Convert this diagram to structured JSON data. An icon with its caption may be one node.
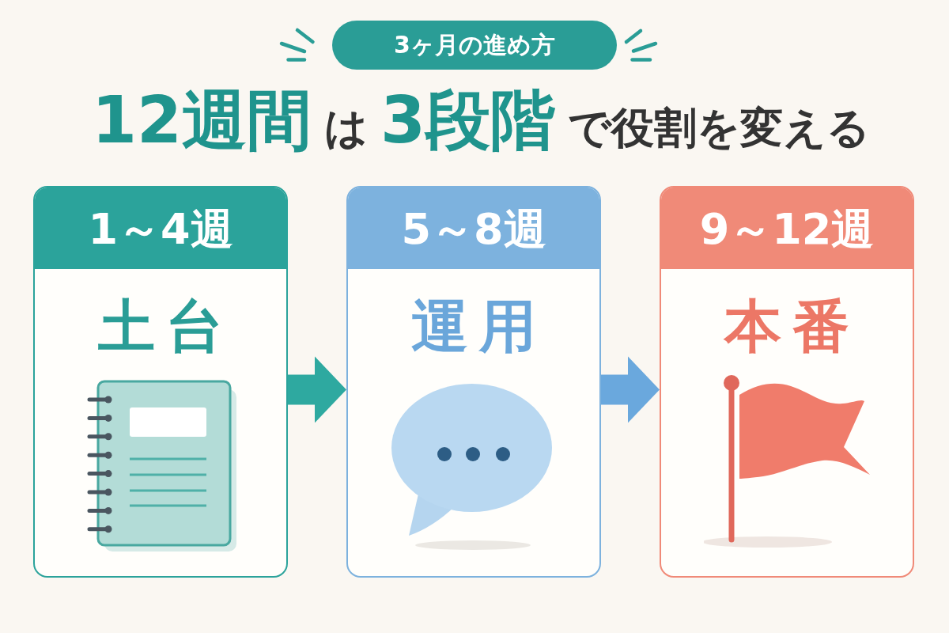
{
  "diagram": {
    "title": "**12週間**は**3段階**で役割を変える",
    "nodes": [
      {
        "text": [
          "3ヶ月の進め方"
        ]
      },
      {
        "text": [
          "1～4週",
          "土台"
        ]
      },
      {
        "text": [
          "5～8週",
          "運用"
        ]
      },
      {
        "text": [
          "9～12週",
          "本番"
        ]
      }
    ],
    "edges": [
      {
        "from": 1,
        "to": 2,
        "arrow": "to",
        "color": "#2ea9a0"
      },
      {
        "from": 2,
        "to": 3,
        "arrow": "to",
        "color": "#6aa8dd"
      }
    ]
  }
}
